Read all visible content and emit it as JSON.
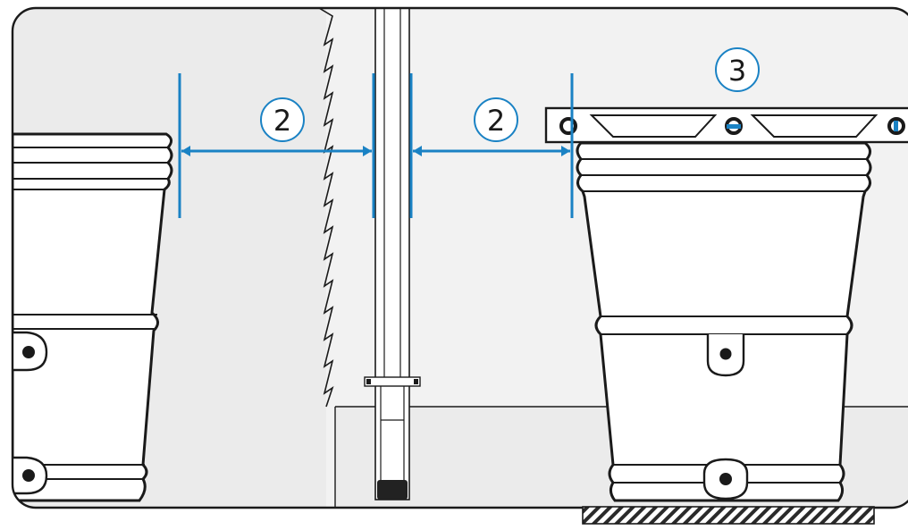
{
  "callouts": [
    {
      "id": "gap-left",
      "label": "2"
    },
    {
      "id": "gap-right",
      "label": "2"
    },
    {
      "id": "bracket",
      "label": "3"
    }
  ],
  "colors": {
    "accent": "#1a82c4",
    "outline": "#1a1a1a",
    "panel_bg": "#ebebeb",
    "barrel_fill": "#ffffff",
    "wall_fill": "#f0f0f0",
    "ground_hatch": "#2a2a2a"
  },
  "icons": [
    "dimension-arrow-icon",
    "bolt-hole-icon",
    "mounting-bracket-icon"
  ]
}
